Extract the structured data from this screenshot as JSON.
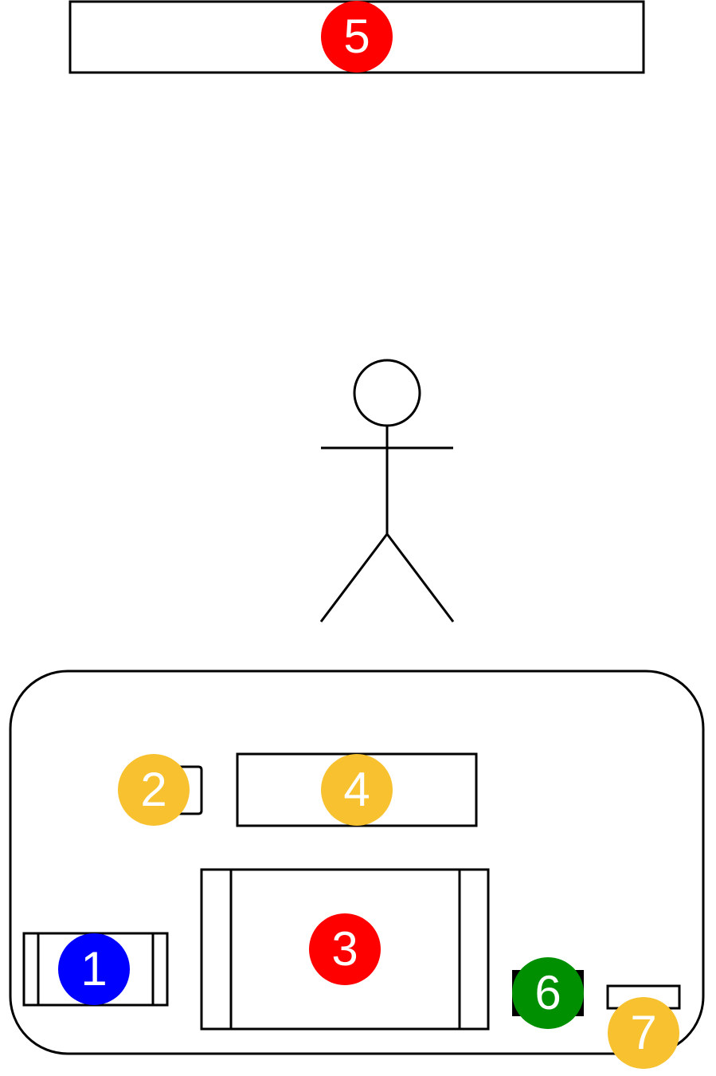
{
  "colors": {
    "red": "#ff0000",
    "blue": "#0000ff",
    "yellow": "#f7c12f",
    "green": "#008f00",
    "stroke": "#000000"
  },
  "badges": {
    "b1": {
      "label": "1",
      "color": "blue"
    },
    "b2": {
      "label": "2",
      "color": "yellow"
    },
    "b3": {
      "label": "3",
      "color": "red"
    },
    "b4": {
      "label": "4",
      "color": "yellow"
    },
    "b5": {
      "label": "5",
      "color": "red"
    },
    "b6": {
      "label": "6",
      "color": "green"
    },
    "b7": {
      "label": "7",
      "color": "yellow"
    }
  },
  "shapes": {
    "actor": "stick-figure",
    "container": "rounded-rectangle",
    "process_boxes": [
      "process-box-small",
      "process-box-large"
    ],
    "small_bracket": "bracket-shape",
    "dark_block": "filled-black-rectangle",
    "thin_rect": "thin-rectangle",
    "top_rect": "top-banner-rectangle",
    "mid_rect": "middle-rectangle"
  }
}
